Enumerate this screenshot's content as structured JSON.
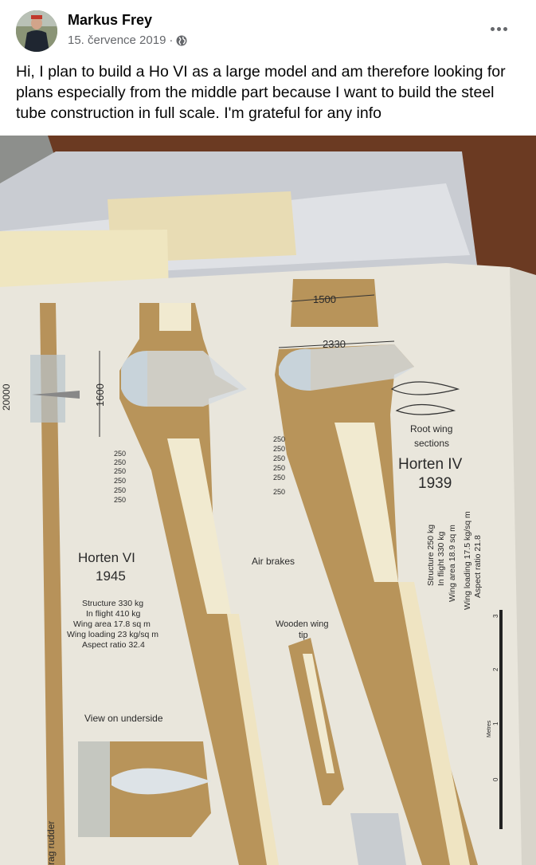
{
  "post": {
    "author": "Markus Frey",
    "date": "15. července 2019",
    "separator": "·",
    "privacy_icon": "globe-icon",
    "more_icon": "more-horizontal-icon",
    "text": "Hi, I plan to build a Ho VI as a large model and am therefore looking for plans especially from the middle part because I want to build the steel tube construction in full scale.  I'm grateful for any info"
  },
  "photo": {
    "labels": {
      "ho6_title": "Horten VI",
      "ho6_year": "1945",
      "ho6_specs": [
        "Structure 330 kg",
        "In flight 410 kg",
        "Wing area 17.8 sq m",
        "Wing loading 23 kg/sq m",
        "Aspect ratio 32.4"
      ],
      "ho4_title": "Horten IV",
      "ho4_year": "1939",
      "ho4_specs": [
        "Structure 250 kg",
        "In flight 330 kg",
        "Wing area 18.9 sq m",
        "Wing loading 17.5 kg/sq m",
        "Aspect ratio 21.8"
      ],
      "root_sections": [
        "Root wing",
        "sections"
      ],
      "air_brakes": "Air brakes",
      "wooden_tip": [
        "Wooden wing",
        "tip"
      ],
      "underside": "View on underside",
      "dim_1500": "1500",
      "dim_2330": "2330",
      "dim_1600": "1600",
      "rib_spacing": "250",
      "metres": "Metres",
      "drag_rudder": "rag rudder",
      "span_partial": "20000",
      "scale_ticks": [
        "3",
        "2",
        "1",
        "0"
      ]
    }
  }
}
